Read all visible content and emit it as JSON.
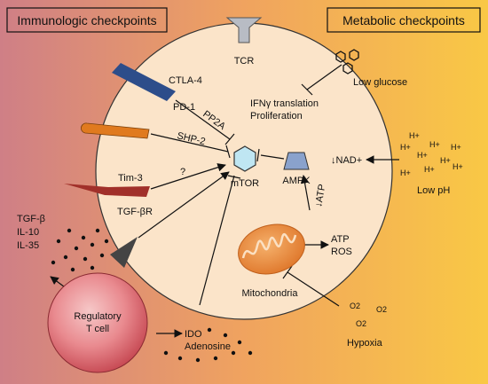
{
  "headers": {
    "immunologic": "Immunologic checkpoints",
    "metabolic": "Metabolic checkpoints"
  },
  "receptors": {
    "tcr": "TCR",
    "ctla4": "CTLA-4",
    "pd1": "PD-1",
    "tim3": "Tim-3",
    "tgfbr": "TGF-βR"
  },
  "signals": {
    "pp2a": "PP2A",
    "shp2": "SHP-2",
    "unknown": "?",
    "mtor": "mTOR",
    "ampk": "AMPK",
    "ifn_translation": "IFNγ translation",
    "proliferation": "Proliferation",
    "nad": "↓NAD+",
    "atp_decrease": "↓ATP",
    "atp": "ATP",
    "ros": "ROS",
    "mitochondria": "Mitochondria"
  },
  "metabolic_factors": {
    "low_glucose": "Low glucose",
    "low_ph": "Low pH",
    "proton": "H+",
    "hypoxia": "Hypoxia",
    "oxygen": "O2"
  },
  "treg": {
    "line1": "Regulatory",
    "line2": "T cell",
    "cytokines": [
      "TGF-β",
      "IL-10",
      "IL-35"
    ],
    "ido": "IDO",
    "adenosine": "Adenosine"
  },
  "colors": {
    "gradient_left": "#cf7f86",
    "gradient_mid": "#f0a35f",
    "gradient_right": "#f9c845",
    "cell_fill": "#fbe4c9",
    "ctla4_bar": "#2d4d8a",
    "pd1_capsule": "#e07a1e",
    "tim3_wedge": "#a1302a",
    "tgfbr_triangle": "#444444",
    "mtor_hexagon": "#bfe6f2",
    "ampk_shape": "#8aa2cc",
    "mitochondria": "#e8823a",
    "treg_cell": "#d9545e"
  },
  "icons": {
    "tcr": "tcr-receptor-icon",
    "mtor": "hexagon-icon",
    "ampk": "trapezoid-icon",
    "glucose": "hexagon-icon",
    "mitochondria": "mitochondrion-icon"
  }
}
